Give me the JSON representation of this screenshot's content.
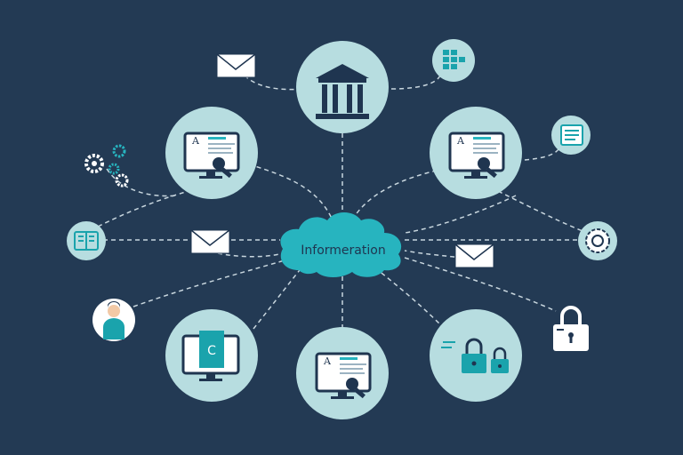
{
  "center": {
    "label": "Informeration"
  },
  "colors": {
    "background": "#233a54",
    "circle": "#b7dde0",
    "cloud": "#27b4bf",
    "navy": "#1f3550",
    "teal": "#1aa3ac",
    "line": "#c8d6de",
    "envelope": "#ffffff"
  },
  "nodes": [
    {
      "name": "bank-node",
      "icon": "bank-icon"
    },
    {
      "name": "monitor-node-top-left",
      "icon": "monitor-document-icon",
      "glyph": "A"
    },
    {
      "name": "monitor-node-top-right",
      "icon": "monitor-document-icon",
      "glyph": "A"
    },
    {
      "name": "monitor-node-bottom-left",
      "icon": "monitor-c-icon",
      "glyph": "C"
    },
    {
      "name": "monitor-node-bottom-center",
      "icon": "monitor-document-icon",
      "glyph": "A"
    },
    {
      "name": "lock-node-bottom-right",
      "icon": "padlock-pair-icon"
    }
  ],
  "satellites": [
    {
      "name": "grid-node",
      "icon": "grid-icon"
    },
    {
      "name": "document-node",
      "icon": "document-icon"
    },
    {
      "name": "book-node",
      "icon": "book-icon"
    },
    {
      "name": "settings-node",
      "icon": "settings-badge-icon"
    },
    {
      "name": "user-node",
      "icon": "user-avatar-icon"
    },
    {
      "name": "gears-cluster",
      "icon": "gears-icon"
    },
    {
      "name": "padlock-standalone",
      "icon": "padlock-icon"
    }
  ],
  "envelopes": [
    "envelope-top-left",
    "envelope-middle-left",
    "envelope-middle-right"
  ]
}
